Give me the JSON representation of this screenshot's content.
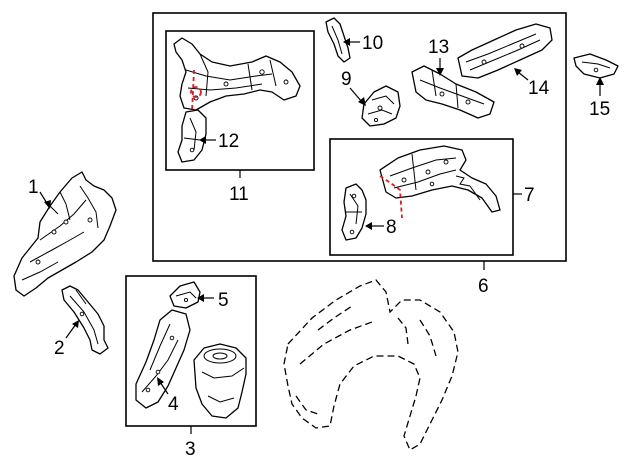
{
  "callouts": [
    {
      "id": "1",
      "label": "1"
    },
    {
      "id": "2",
      "label": "2"
    },
    {
      "id": "3",
      "label": "3"
    },
    {
      "id": "4",
      "label": "4"
    },
    {
      "id": "5",
      "label": "5"
    },
    {
      "id": "6",
      "label": "6"
    },
    {
      "id": "7",
      "label": "7"
    },
    {
      "id": "8",
      "label": "8"
    },
    {
      "id": "9",
      "label": "9"
    },
    {
      "id": "10",
      "label": "10"
    },
    {
      "id": "11",
      "label": "11"
    },
    {
      "id": "12",
      "label": "12"
    },
    {
      "id": "13",
      "label": "13"
    },
    {
      "id": "14",
      "label": "14"
    },
    {
      "id": "15",
      "label": "15"
    }
  ],
  "colors": {
    "line": "#000000",
    "highlight": "#d81e1e",
    "background": "#ffffff"
  }
}
